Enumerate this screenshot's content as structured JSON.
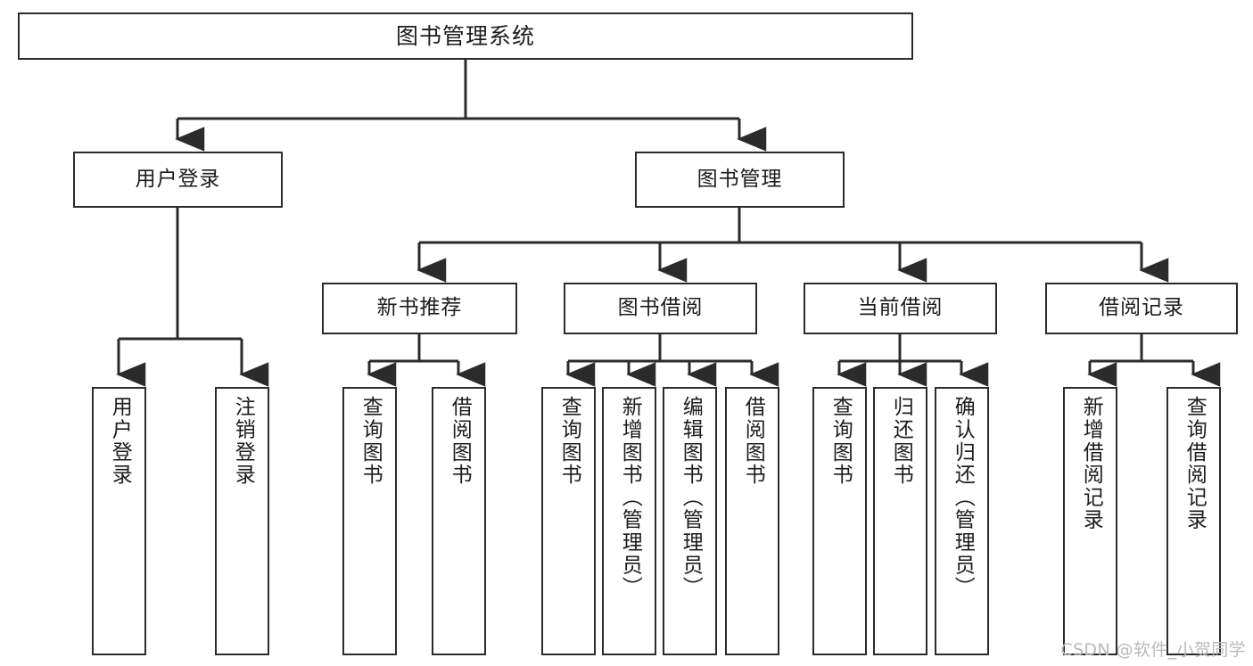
{
  "diagram": {
    "type": "tree-hierarchy",
    "title": "图书管理系统",
    "colors": {
      "box_stroke": "#2b2b2b",
      "box_fill": "#ffffff",
      "connector": "#2b2b2b",
      "text": "#1c1c1c",
      "watermark": "#b9b9b9",
      "canvas": "#ffffff"
    },
    "root": {
      "label": "图书管理系统"
    },
    "level2": [
      {
        "label": "用户登录"
      },
      {
        "label": "图书管理"
      }
    ],
    "level3": [
      {
        "label": "新书推荐"
      },
      {
        "label": "图书借阅"
      },
      {
        "label": "当前借阅"
      },
      {
        "label": "借阅记录"
      }
    ],
    "leaves": {
      "user_login": [
        {
          "label": "用户登录"
        },
        {
          "label": "注销登录"
        }
      ],
      "new_book_recommend": [
        {
          "label": "查询图书"
        },
        {
          "label": "借阅图书"
        }
      ],
      "book_borrow": [
        {
          "label": "查询图书"
        },
        {
          "label": "新增图书（管理员）"
        },
        {
          "label": "编辑图书（管理员）"
        },
        {
          "label": "借阅图书"
        }
      ],
      "current_borrow": [
        {
          "label": "查询图书"
        },
        {
          "label": "归还图书"
        },
        {
          "label": "确认归还（管理员）"
        }
      ],
      "borrow_record": [
        {
          "label": "新增借阅记录"
        },
        {
          "label": "查询借阅记录"
        }
      ]
    }
  },
  "watermark": {
    "text": "CSDN @软件_小贺同学"
  }
}
